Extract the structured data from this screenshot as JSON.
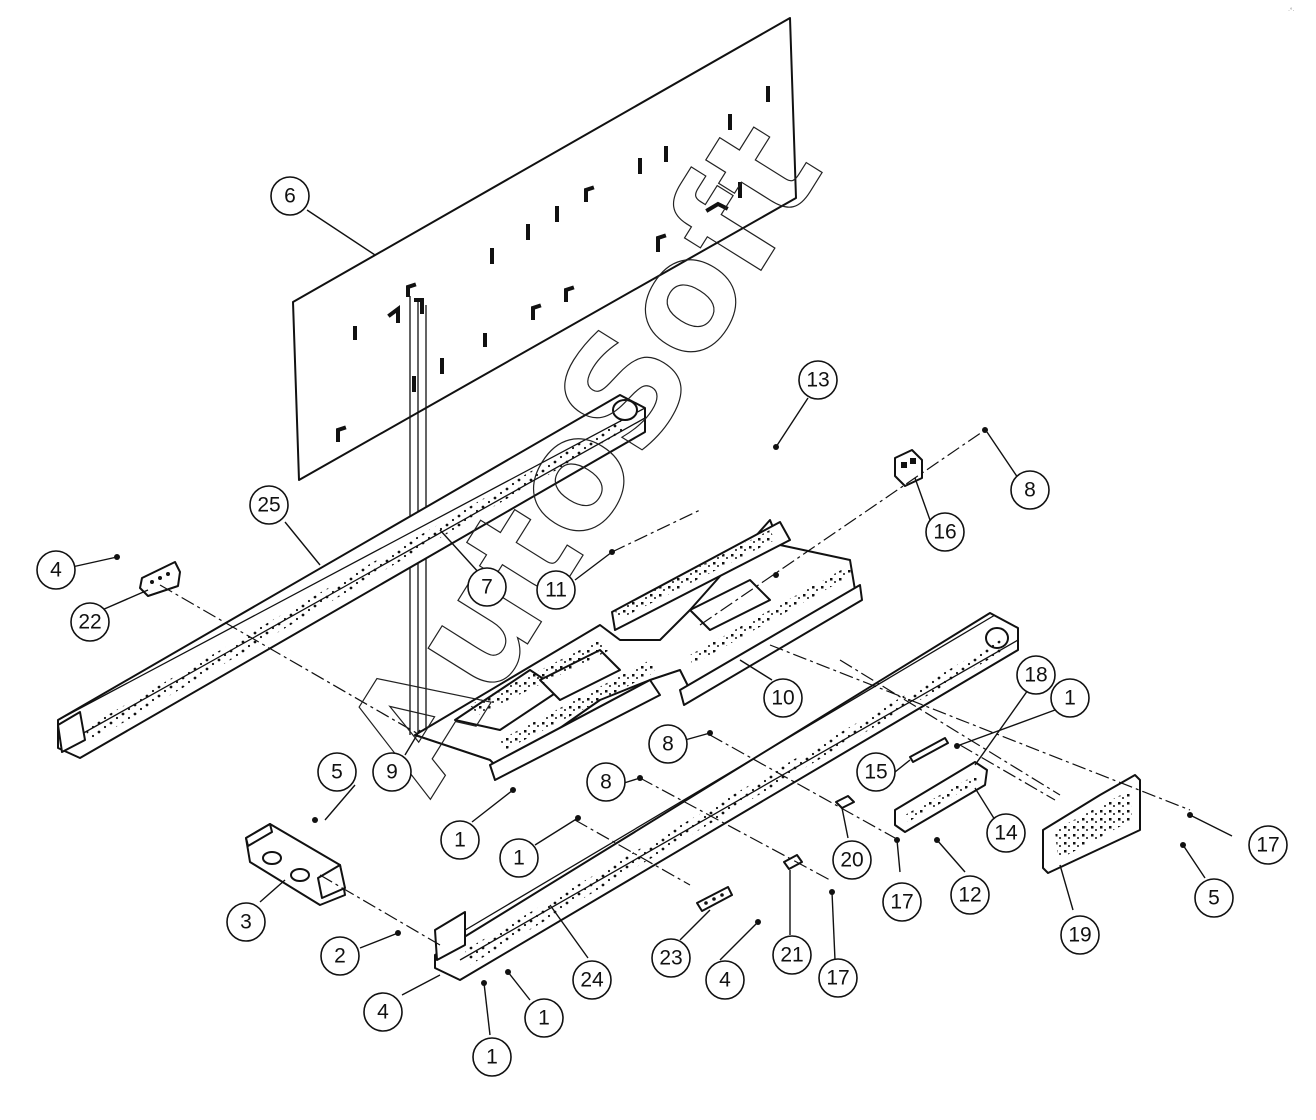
{
  "diagram": {
    "watermark_text": "AutoSoft",
    "corner_mark": "·°·",
    "callouts": [
      {
        "id": "c-6",
        "label": "6"
      },
      {
        "id": "c-13",
        "label": "13"
      },
      {
        "id": "c-8a",
        "label": "8"
      },
      {
        "id": "c-16",
        "label": "16"
      },
      {
        "id": "c-25",
        "label": "25"
      },
      {
        "id": "c-4a",
        "label": "4"
      },
      {
        "id": "c-7",
        "label": "7"
      },
      {
        "id": "c-11",
        "label": "11"
      },
      {
        "id": "c-22",
        "label": "22"
      },
      {
        "id": "c-10",
        "label": "10"
      },
      {
        "id": "c-18",
        "label": "18"
      },
      {
        "id": "c-1a",
        "label": "1"
      },
      {
        "id": "c-8b",
        "label": "8"
      },
      {
        "id": "c-5a",
        "label": "5"
      },
      {
        "id": "c-9",
        "label": "9"
      },
      {
        "id": "c-8c",
        "label": "8"
      },
      {
        "id": "c-15",
        "label": "15"
      },
      {
        "id": "c-1b",
        "label": "1"
      },
      {
        "id": "c-14",
        "label": "14"
      },
      {
        "id": "c-17a",
        "label": "17"
      },
      {
        "id": "c-20",
        "label": "20"
      },
      {
        "id": "c-1c",
        "label": "1"
      },
      {
        "id": "c-17b",
        "label": "17"
      },
      {
        "id": "c-12",
        "label": "12"
      },
      {
        "id": "c-5b",
        "label": "5"
      },
      {
        "id": "c-3",
        "label": "3"
      },
      {
        "id": "c-19",
        "label": "19"
      },
      {
        "id": "c-2",
        "label": "2"
      },
      {
        "id": "c-24",
        "label": "24"
      },
      {
        "id": "c-23",
        "label": "23"
      },
      {
        "id": "c-21",
        "label": "21"
      },
      {
        "id": "c-17c",
        "label": "17"
      },
      {
        "id": "c-4b",
        "label": "4"
      },
      {
        "id": "c-4c",
        "label": "4"
      },
      {
        "id": "c-1d",
        "label": "1"
      },
      {
        "id": "c-1e",
        "label": "1"
      }
    ]
  }
}
